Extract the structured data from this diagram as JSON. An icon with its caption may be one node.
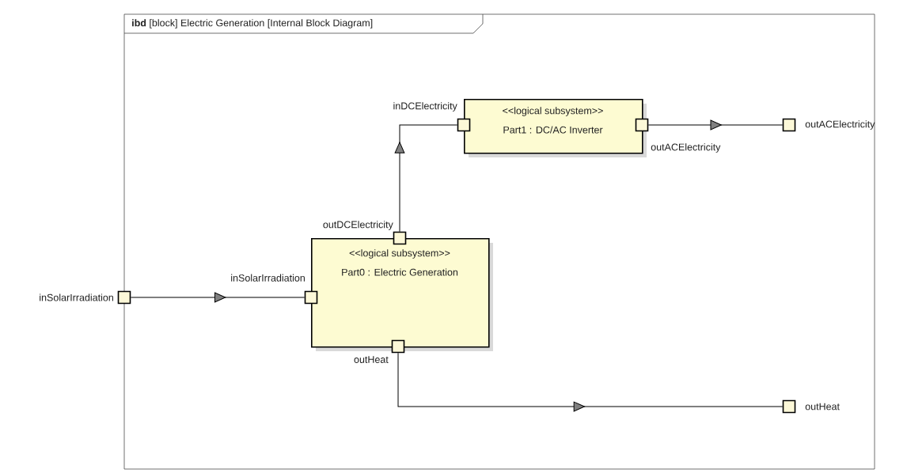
{
  "diagram": {
    "nodes": [
      {
        "text": [
          "**ibd** [block] Electric Generation [Internal Block Diagram]"
        ]
      },
      {
        "text": [
          "<<logical subsystem>>",
          "Part1 : DC/AC Inverter"
        ],
        "in": 0
      },
      {
        "text": [
          "<<logical subsystem>>",
          "Part0 : Electric Generation"
        ],
        "in": 0
      },
      {
        "text": [],
        "shape": "box",
        "beside": [
          "inSolarIrradiation"
        ]
      },
      {
        "text": [],
        "shape": "box",
        "beside": [
          "inSolarIrradiation"
        ],
        "in": 0
      },
      {
        "text": [],
        "shape": "box",
        "beside": [
          "outDCElectricity"
        ],
        "in": 0
      },
      {
        "text": [],
        "shape": "box",
        "beside": [
          "inDCElectricity"
        ],
        "in": 0
      },
      {
        "text": [],
        "shape": "box",
        "beside": [
          "outACElectricity"
        ],
        "in": 1
      },
      {
        "text": [],
        "shape": "box",
        "beside": [
          "outACElectricity"
        ],
        "in": 0
      },
      {
        "text": [],
        "shape": "box",
        "beside": [
          "outHeat"
        ],
        "in": 2
      },
      {
        "text": [],
        "shape": "box",
        "beside": [
          "outHeat"
        ],
        "in": 0
      }
    ],
    "edges": [
      {
        "from": 3,
        "to": 4,
        "arrow": "to"
      },
      {
        "from": 5,
        "to": 6,
        "arrow": "to"
      },
      {
        "from": 7,
        "to": 8,
        "arrow": "to"
      },
      {
        "from": 9,
        "to": 10,
        "arrow": "to"
      }
    ]
  }
}
